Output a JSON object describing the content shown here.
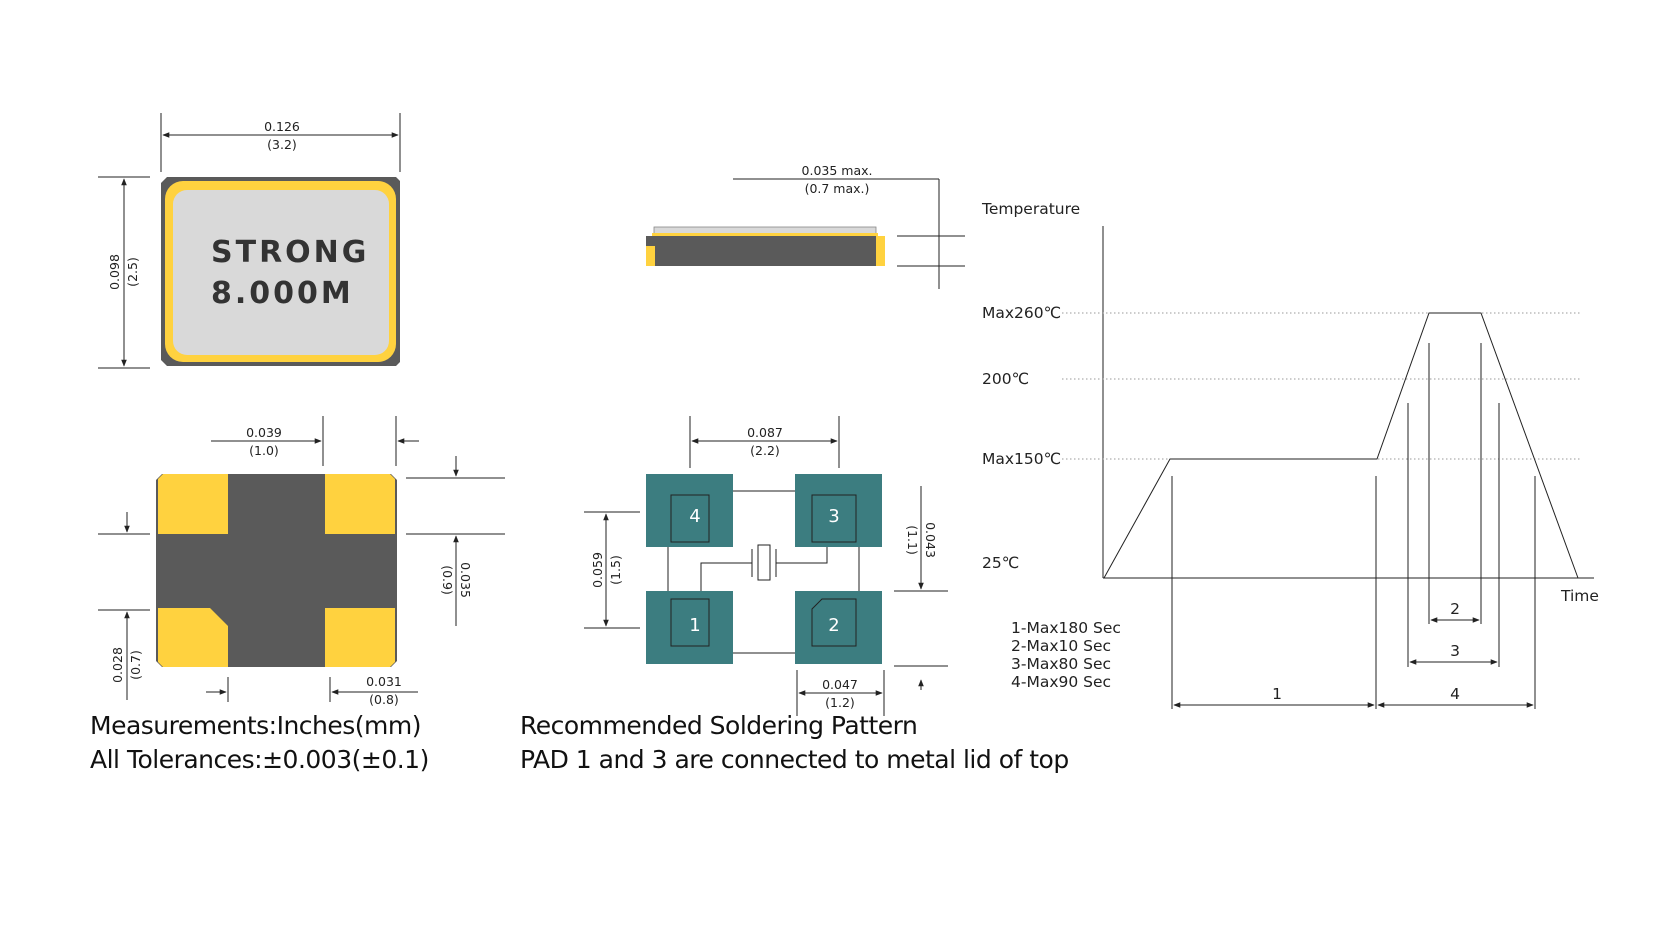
{
  "component": {
    "marking_line1": "STRONG",
    "marking_line2": "8.000M",
    "colors": {
      "lid": "#d9d9d9",
      "gold": "#ffd23f",
      "body": "#5a5a5a",
      "pad": "#3c7d80"
    }
  },
  "dimensions": {
    "top_width": {
      "in": "0.126",
      "mm": "(3.2)"
    },
    "top_height": {
      "in": "0.098",
      "mm": "(2.5)"
    },
    "side_thickness": {
      "in": "0.035 max.",
      "mm": "(0.7 max.)"
    },
    "bottom_pad_width": {
      "in": "0.039",
      "mm": "(1.0)"
    },
    "bottom_pad_gap": {
      "in": "0.035",
      "mm": "(0.9)"
    },
    "bottom_pad_height": {
      "in": "0.028",
      "mm": "(0.7)"
    },
    "bottom_pad_width_right": {
      "in": "0.031",
      "mm": "(0.8)"
    },
    "land_pitch_x": {
      "in": "0.087",
      "mm": "(2.2)"
    },
    "land_pitch_y": {
      "in": "0.059",
      "mm": "(1.5)"
    },
    "land_height": {
      "in": "0.043",
      "mm": "(1.1)"
    },
    "land_width": {
      "in": "0.047",
      "mm": "(1.2)"
    }
  },
  "pads": [
    "1",
    "2",
    "3",
    "4"
  ],
  "notes": {
    "measurements": "Measurements:Inches(mm)",
    "tolerances": "All Tolerances:±0.003(±0.1)",
    "soldering_title": "Recommended Soldering Pattern",
    "soldering_note": "PAD 1 and 3 are connected to metal lid of top"
  },
  "reflow": {
    "y_axis_label": "Temperature",
    "x_axis_label": "Time",
    "levels": [
      "Max260℃",
      "200℃",
      "Max150℃",
      "25℃"
    ],
    "level_values_c": [
      260,
      200,
      150,
      25
    ],
    "zone_numbers": [
      "1",
      "2",
      "3",
      "4"
    ],
    "legend": [
      "1-Max180 Sec",
      "2-Max10 Sec",
      "3-Max80 Sec",
      "4-Max90 Sec"
    ]
  }
}
